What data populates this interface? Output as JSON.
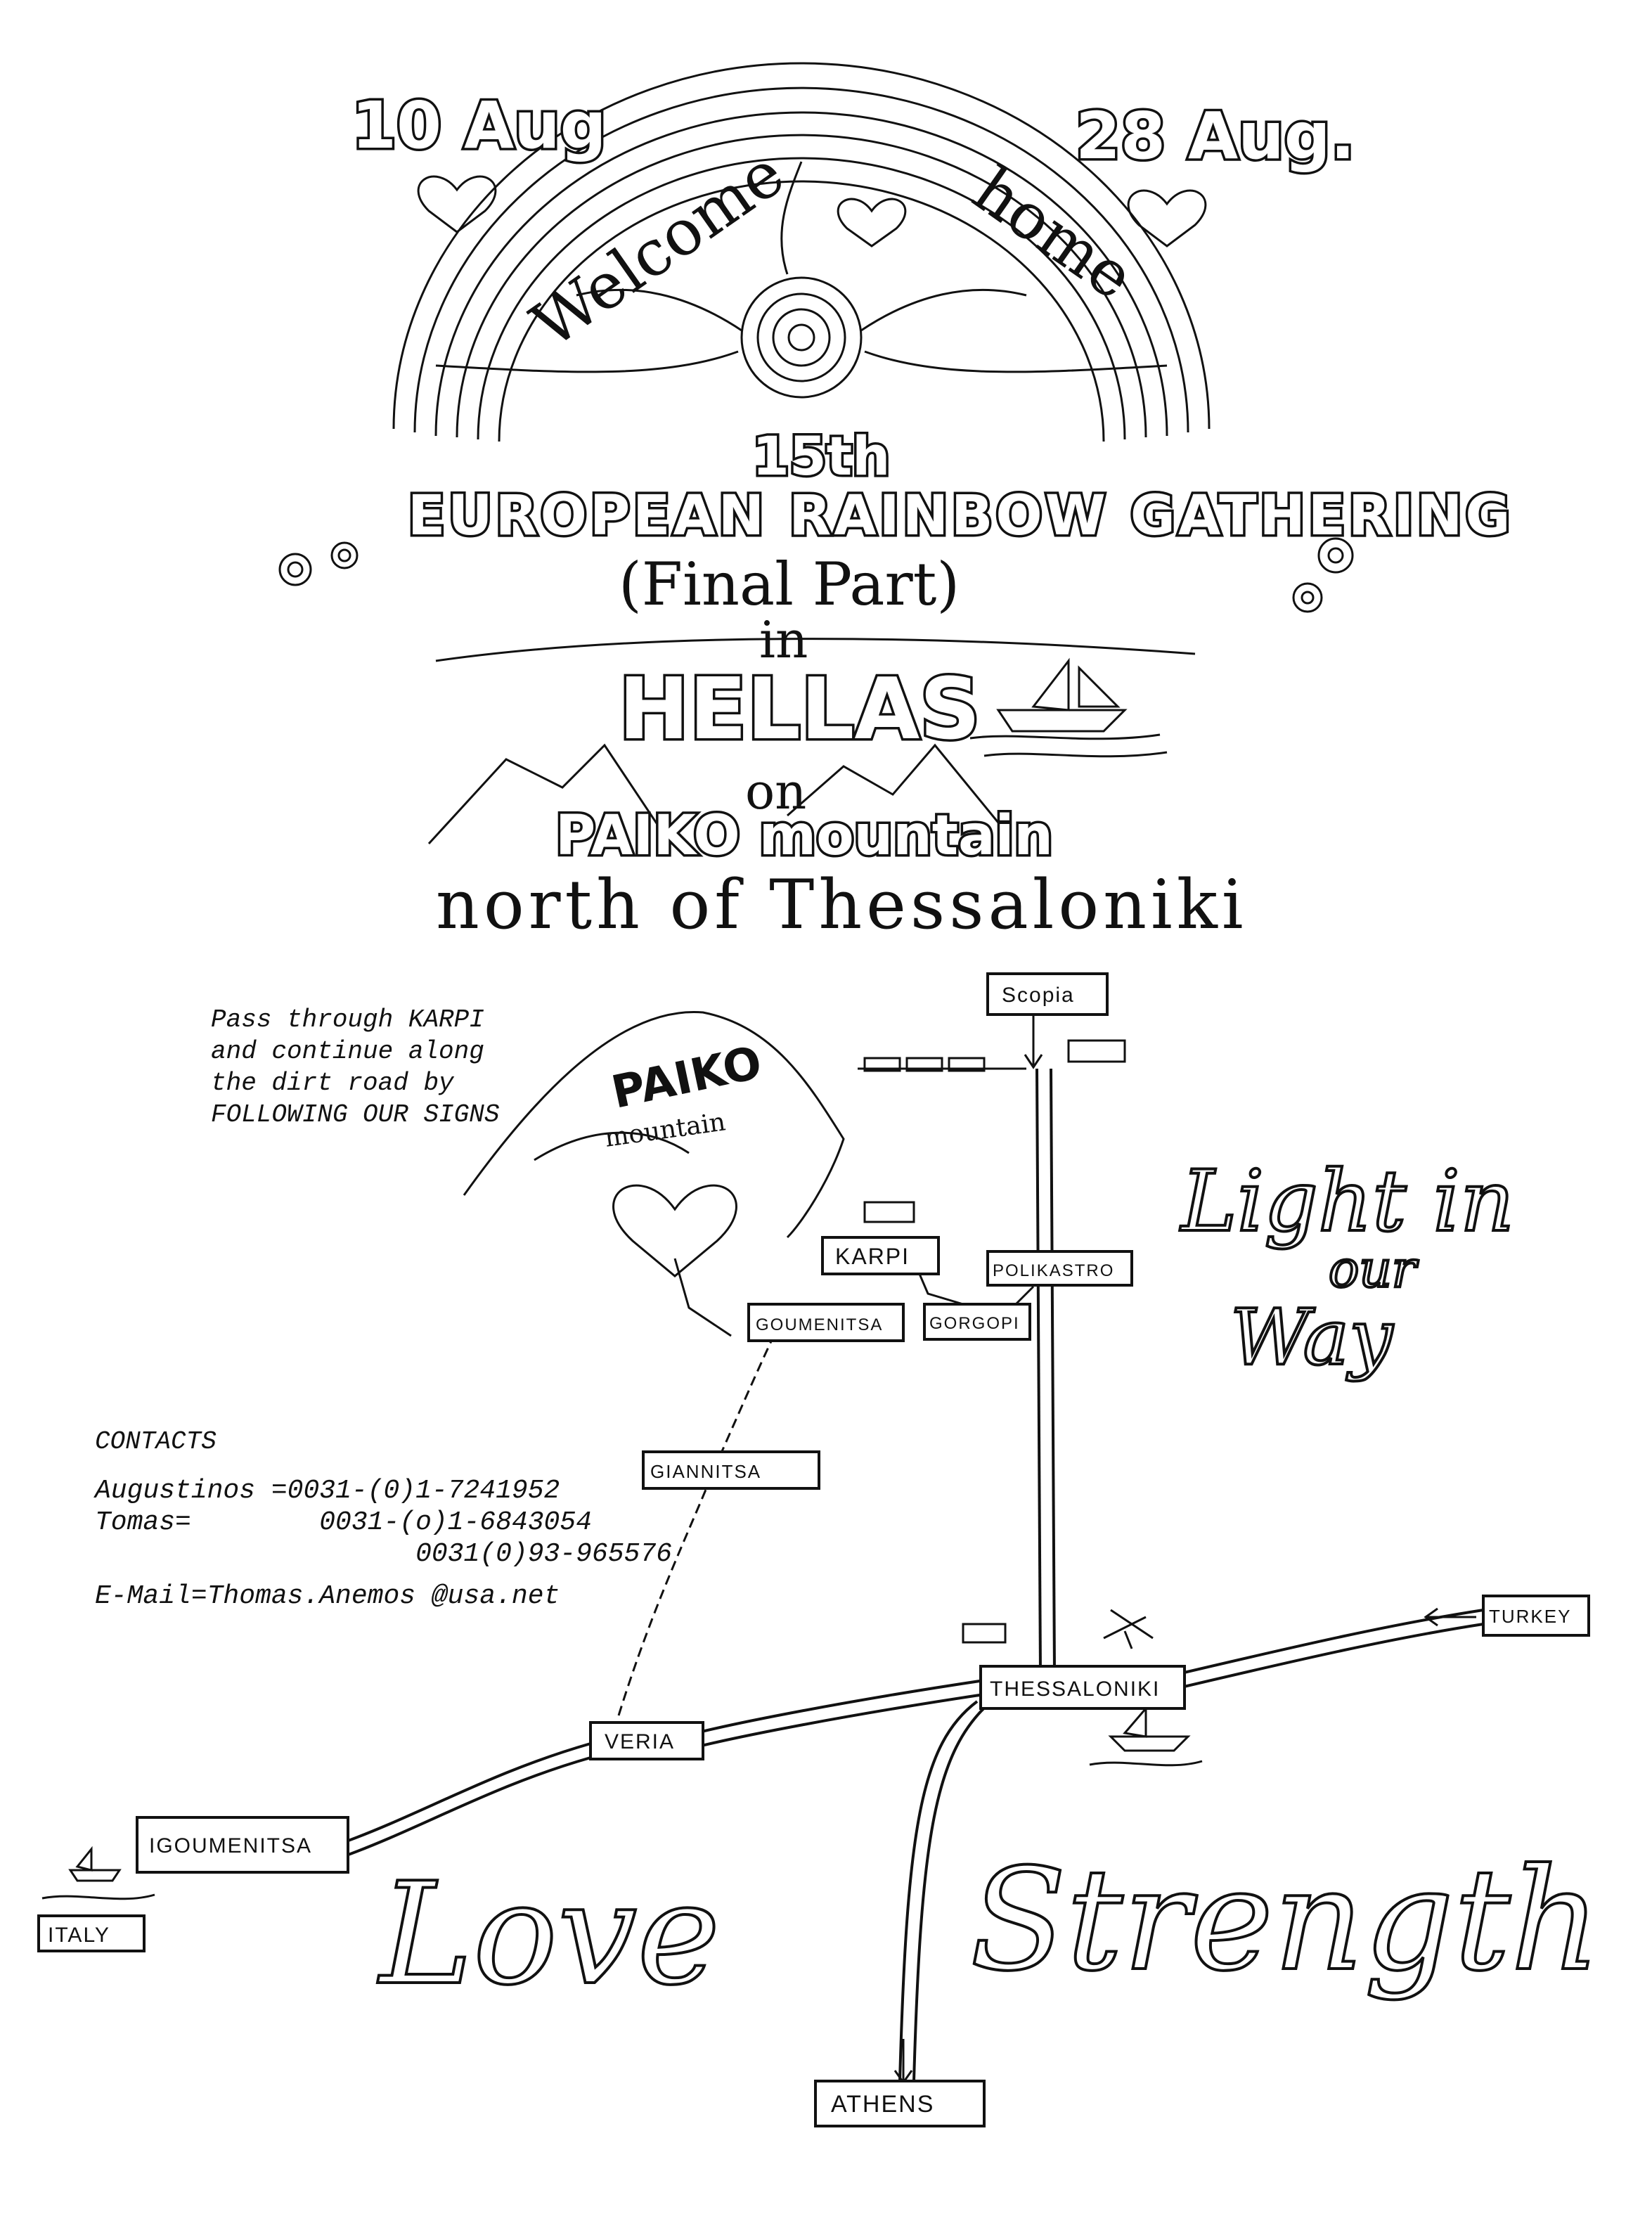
{
  "header": {
    "date_start": "10 Aug",
    "date_end": "28 Aug.",
    "welcome": "Welcome",
    "home": "home"
  },
  "title": {
    "number": "15th",
    "line": "EUROPEAN RAINBOW GATHERING",
    "subtitle": "(Final Part)",
    "in": "in",
    "country": "HELLAS",
    "on": "on",
    "mountain": "PAIKO mountain",
    "location": "north of Thessaloniki"
  },
  "directions": {
    "lines": [
      "Pass through KARPI",
      "and continue along",
      "the dirt road by",
      "FOLLOWING OUR SIGNS"
    ]
  },
  "contacts": {
    "heading": "CONTACTS",
    "lines": [
      "Augustinos =0031-(0)1-7241952",
      "Tomas=        0031-(o)1-6843054",
      "                    0031(0)93-965576",
      "E-Mail=Thomas.Anemos @usa.net"
    ]
  },
  "map": {
    "mountain_label": "PAIKO",
    "mountain_sub": "mountain",
    "places": {
      "scopia": "Scopia",
      "karpi": "KARPI",
      "polikastro": "POLIKASTRO",
      "goumenitsa": "GOUMENITSA",
      "gorgopi": "GORGOPI",
      "giannitsa": "GIANNITSA",
      "thessaloniki": "THESSALONIKI",
      "turkey": "TURKEY",
      "veria": "VERIA",
      "igoumenitsa": "IGOUMENITSA",
      "italy": "ITALY",
      "athens": "ATHENS"
    }
  },
  "slogans": {
    "light1": "Light in",
    "light2": "our",
    "light3": "Way",
    "love": "Love",
    "strength": "Strength"
  }
}
